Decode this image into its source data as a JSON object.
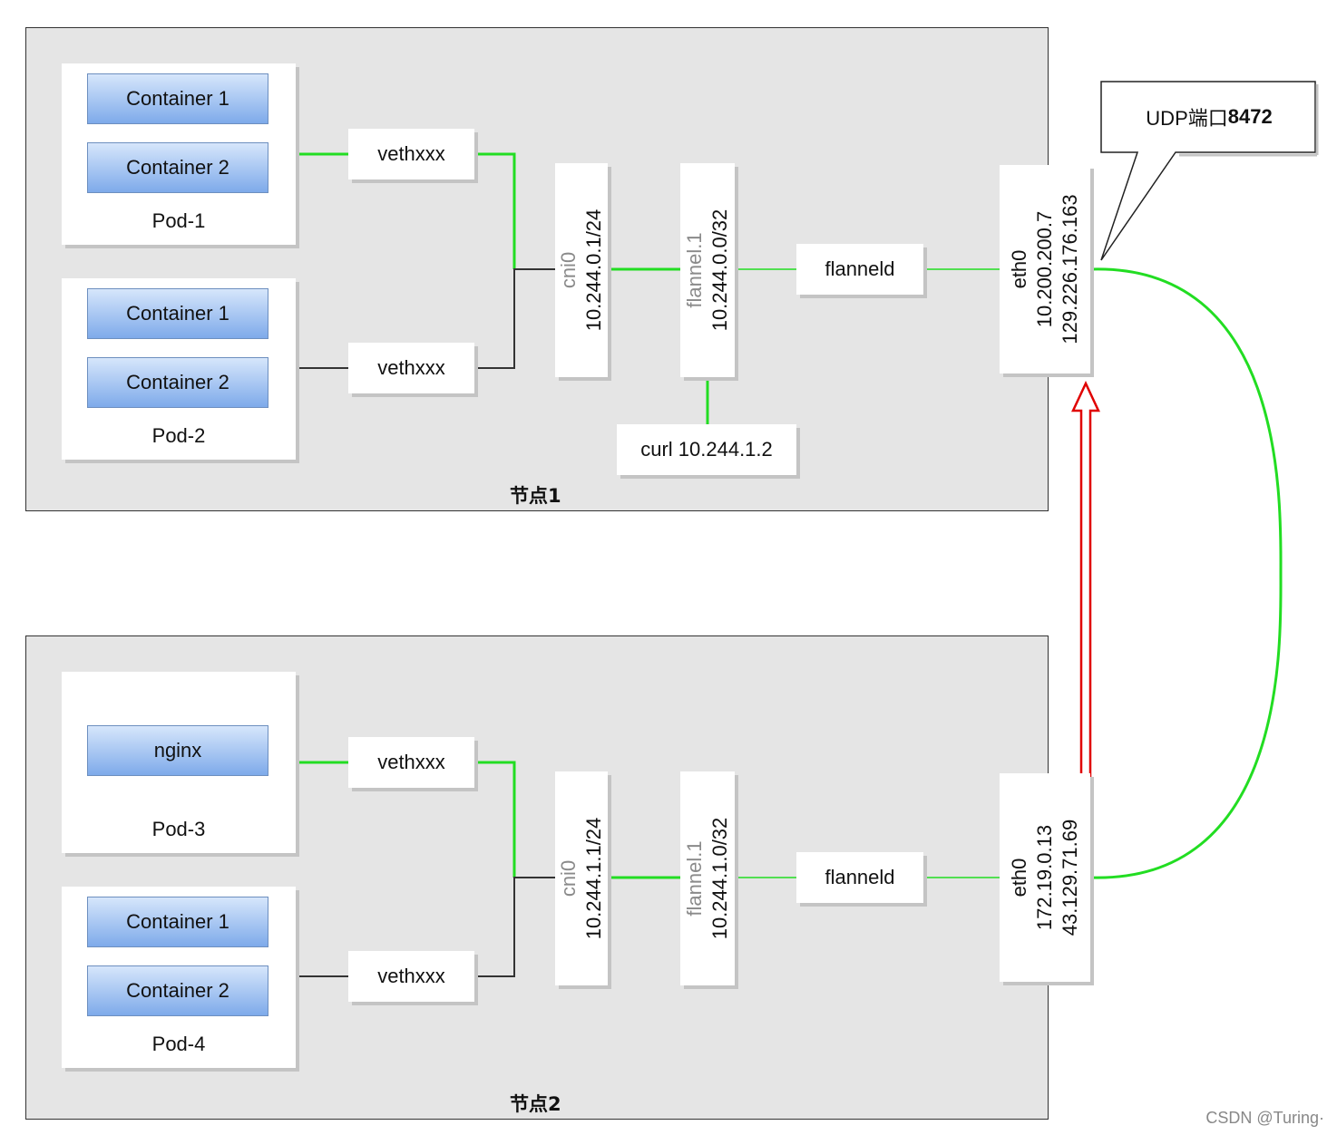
{
  "node1": {
    "label": "节点1",
    "pod1": {
      "label": "Pod-1",
      "containers": [
        "Container 1",
        "Container 2"
      ]
    },
    "pod2": {
      "label": "Pod-2",
      "containers": [
        "Container 1",
        "Container 2"
      ]
    },
    "veth_top": "vethxxx",
    "veth_bottom": "vethxxx",
    "cni": {
      "name": "cni0",
      "ip": "10.244.0.1/24"
    },
    "flannel": {
      "name": "flannel.1",
      "ip": "10.244.0.0/32"
    },
    "flanneld": "flanneld",
    "eth0": {
      "name": "eth0",
      "ip1": "10.200.200.7",
      "ip2": "129.226.176.163"
    },
    "curl": "curl 10.244.1.2"
  },
  "node2": {
    "label": "节点2",
    "pod3": {
      "label": "Pod-3",
      "containers": [
        "nginx"
      ]
    },
    "pod4": {
      "label": "Pod-4",
      "containers": [
        "Container 1",
        "Container 2"
      ]
    },
    "veth_top": "vethxxx",
    "veth_bottom": "vethxxx",
    "cni": {
      "name": "cni0",
      "ip": "10.244.1.1/24"
    },
    "flannel": {
      "name": "flannel.1",
      "ip": "10.244.1.0/32"
    },
    "flanneld": "flanneld",
    "eth0": {
      "name": "eth0",
      "ip1": "172.19.0.13",
      "ip2": "43.129.71.69"
    }
  },
  "callout": {
    "prefix": "UDP端口",
    "port": "8472"
  },
  "watermark": "CSDN @Turing·",
  "colors": {
    "green_line": "#22dd22",
    "red_arrow": "#e00000",
    "dark_line": "#333333"
  }
}
